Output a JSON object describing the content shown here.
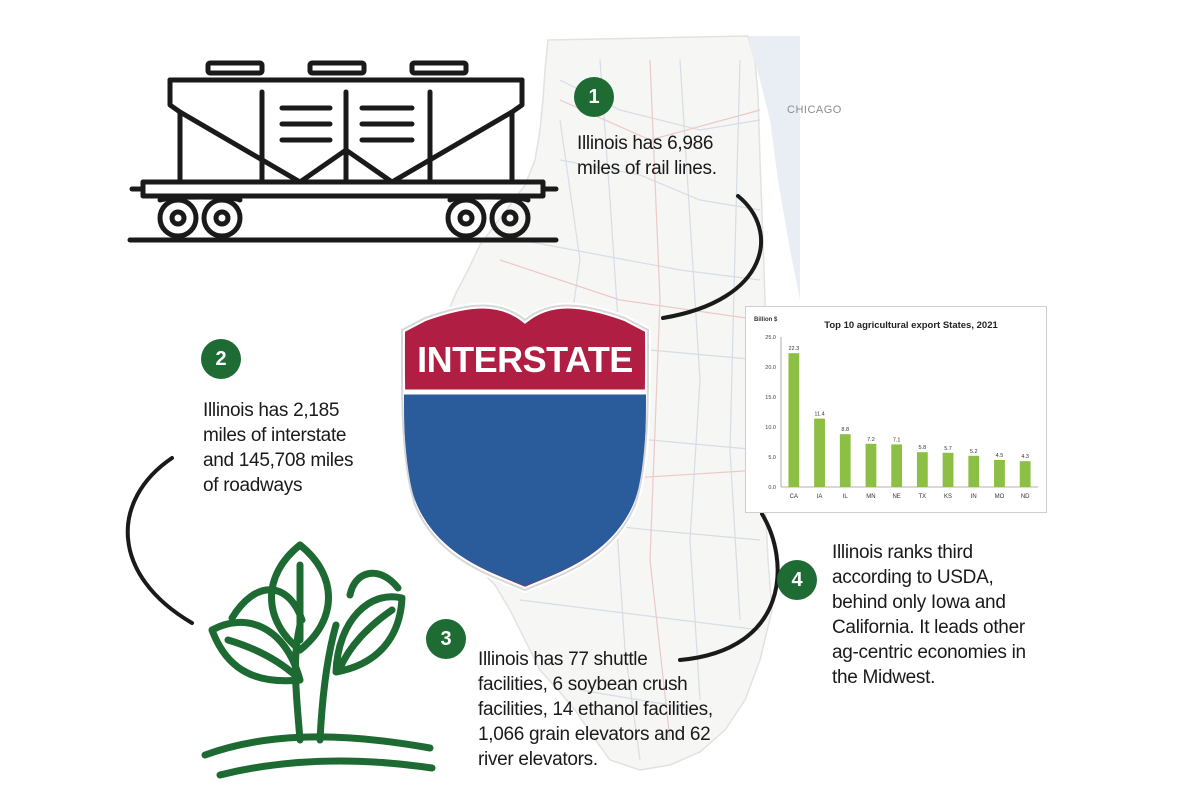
{
  "callouts": [
    {
      "number": "1",
      "text": "Illinois has 6,986\nmiles of rail lines."
    },
    {
      "number": "2",
      "text": "Illinois has 2,185\nmiles of interstate\nand 145,708 miles\nof roadways"
    },
    {
      "number": "3",
      "text": "Illinois has 77 shuttle\nfacilities, 6 soybean crush\nfacilities, 14 ethanol facilities,\n1,066 grain elevators and 62\nriver elevators."
    },
    {
      "number": "4",
      "text": "Illinois ranks third\naccording to USDA,\nbehind only Iowa and\nCalifornia. It leads other\nag-centric economies in\nthe Midwest."
    }
  ],
  "interstate_sign": {
    "label": "INTERSTATE"
  },
  "map": {
    "city_label": "CHICAGO"
  },
  "icons": {
    "railcar": "hopper-railcar-icon",
    "plant": "sprouting-plant-icon",
    "shield": "interstate-shield-icon"
  },
  "colors": {
    "badge_green": "#1f6b34",
    "bar_green": "#8cbf44",
    "shield_red": "#b01f43",
    "shield_blue": "#2a5b9a",
    "plant_green": "#1d6b32"
  },
  "chart_data": {
    "type": "bar",
    "title": "Top 10 agricultural export States, 2021",
    "ylabel": "Billion $",
    "xlabel": "",
    "categories": [
      "CA",
      "IA",
      "IL",
      "MN",
      "NE",
      "TX",
      "KS",
      "IN",
      "MO",
      "ND"
    ],
    "values": [
      22.3,
      11.4,
      8.8,
      7.2,
      7.1,
      5.8,
      5.7,
      5.2,
      4.5,
      4.3
    ],
    "value_labels": [
      "22.3",
      "11.4",
      "8.8",
      "7.2",
      "7.1",
      "5.8",
      "5.7",
      "5.2",
      "4.5",
      "4.3"
    ],
    "ylim": [
      0,
      25
    ],
    "yticks": [
      "0.0",
      "5.0",
      "10.0",
      "15.0",
      "20.0",
      "25.0"
    ],
    "ytick_values": [
      0,
      5,
      10,
      15,
      20,
      25
    ],
    "grid": false,
    "legend": "none"
  }
}
